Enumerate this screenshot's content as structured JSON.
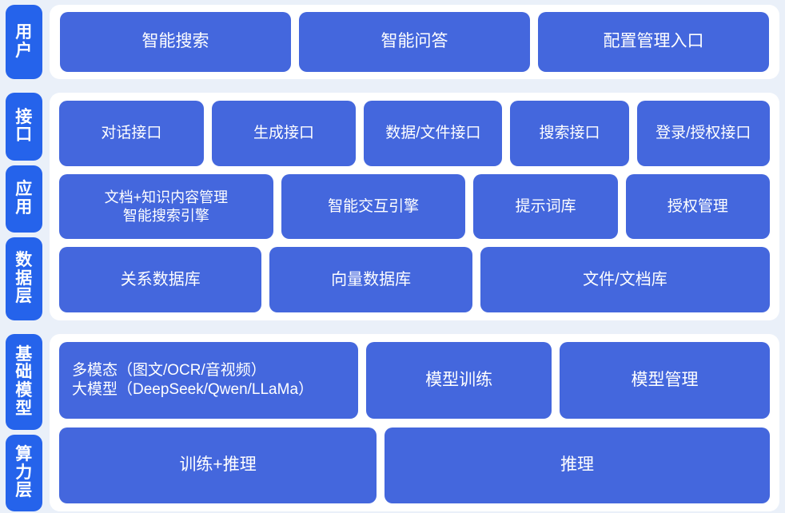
{
  "theme": {
    "page_background": "#eaf0f9",
    "panel_background": "#ffffff",
    "side_label_color": "#2563eb",
    "box_color": "#4467dd",
    "text_color": "#ffffff"
  },
  "groups": [
    {
      "id": "user-group",
      "side_labels": [
        {
          "name": "user",
          "text": "用户"
        }
      ],
      "rows": [
        {
          "id": "user-row",
          "boxes": [
            {
              "name": "intelligent-search",
              "lines": [
                "智能搜索"
              ]
            },
            {
              "name": "intelligent-qa",
              "lines": [
                "智能问答"
              ]
            },
            {
              "name": "config-management-entry",
              "lines": [
                "配置管理入口"
              ]
            }
          ]
        }
      ]
    },
    {
      "id": "middle-group",
      "side_labels": [
        {
          "name": "interface",
          "text": "接口"
        },
        {
          "name": "application",
          "text": "应用"
        },
        {
          "name": "data-layer",
          "text": "数据层"
        }
      ],
      "rows": [
        {
          "id": "interface-row",
          "boxes": [
            {
              "name": "dialog-interface",
              "lines": [
                "对话接口"
              ]
            },
            {
              "name": "generation-interface",
              "lines": [
                "生成接口"
              ]
            },
            {
              "name": "data-file-interface",
              "lines": [
                "数据/文件接口"
              ]
            },
            {
              "name": "search-interface",
              "lines": [
                "搜索接口"
              ]
            },
            {
              "name": "login-auth-interface",
              "lines": [
                "登录/授权接口"
              ]
            }
          ]
        },
        {
          "id": "application-row",
          "boxes": [
            {
              "name": "document-knowledge-management",
              "lines": [
                "文档+知识内容管理",
                "智能搜索引擎"
              ]
            },
            {
              "name": "intelligent-interaction-engine",
              "lines": [
                "智能交互引擎"
              ]
            },
            {
              "name": "prompt-library",
              "lines": [
                "提示词库"
              ]
            },
            {
              "name": "authorization-management",
              "lines": [
                "授权管理"
              ]
            }
          ]
        },
        {
          "id": "data-row",
          "boxes": [
            {
              "name": "relational-database",
              "lines": [
                "关系数据库"
              ]
            },
            {
              "name": "vector-database",
              "lines": [
                "向量数据库"
              ]
            },
            {
              "name": "file-document-store",
              "lines": [
                "文件/文档库"
              ]
            }
          ]
        }
      ]
    },
    {
      "id": "base-group",
      "side_labels": [
        {
          "name": "base-model",
          "text": "基础模型"
        },
        {
          "name": "compute-layer",
          "text": "算力层"
        }
      ],
      "rows": [
        {
          "id": "model-row",
          "boxes": [
            {
              "name": "multimodal-large-model",
              "lines": [
                "多模态（图文/OCR/音视频）",
                "大模型（DeepSeek/Qwen/LLaMa）"
              ]
            },
            {
              "name": "model-training",
              "lines": [
                "模型训练"
              ]
            },
            {
              "name": "model-management",
              "lines": [
                "模型管理"
              ]
            }
          ]
        },
        {
          "id": "compute-row",
          "boxes": [
            {
              "name": "training-and-inference",
              "lines": [
                "训练+推理"
              ]
            },
            {
              "name": "inference",
              "lines": [
                "推理"
              ]
            }
          ]
        }
      ]
    }
  ]
}
